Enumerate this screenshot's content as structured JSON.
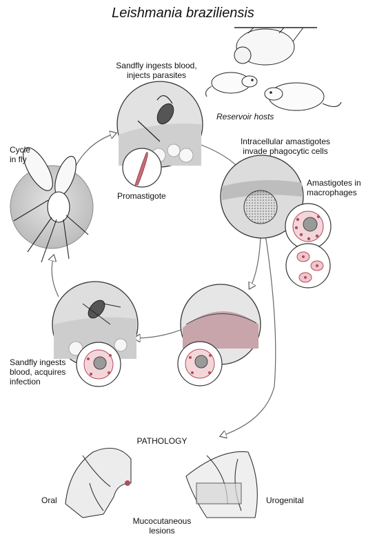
{
  "title": "Leishmania braziliensis",
  "labels": {
    "sandfly_injects": "Sandfly ingests blood,\ninjects parasites",
    "reservoir_hosts": "Reservoir hosts",
    "intracellular": "Intracellular amastigotes\ninvade phagocytic cells",
    "amastigotes_macrophages": "Amastigotes in\nmacrophages",
    "cycle_in_fly": "Cycle\nin fly",
    "promastigote": "Promastigote",
    "sandfly_acquires": "Sandfly ingests\nblood, acquires\ninfection",
    "pathology": "PATHOLOGY",
    "oral": "Oral",
    "urogenital": "Urogenital",
    "mucocutaneous": "Mucocutaneous\nlesions"
  },
  "colors": {
    "ink": "#222222",
    "shade": "#c8c8c8",
    "parasite": "#b04c5c",
    "cell": "#e9b8c0"
  },
  "icons": [
    "sandfly-icon",
    "rodent-icon",
    "sloth-icon",
    "macrophage-icon",
    "promastigote-icon"
  ]
}
